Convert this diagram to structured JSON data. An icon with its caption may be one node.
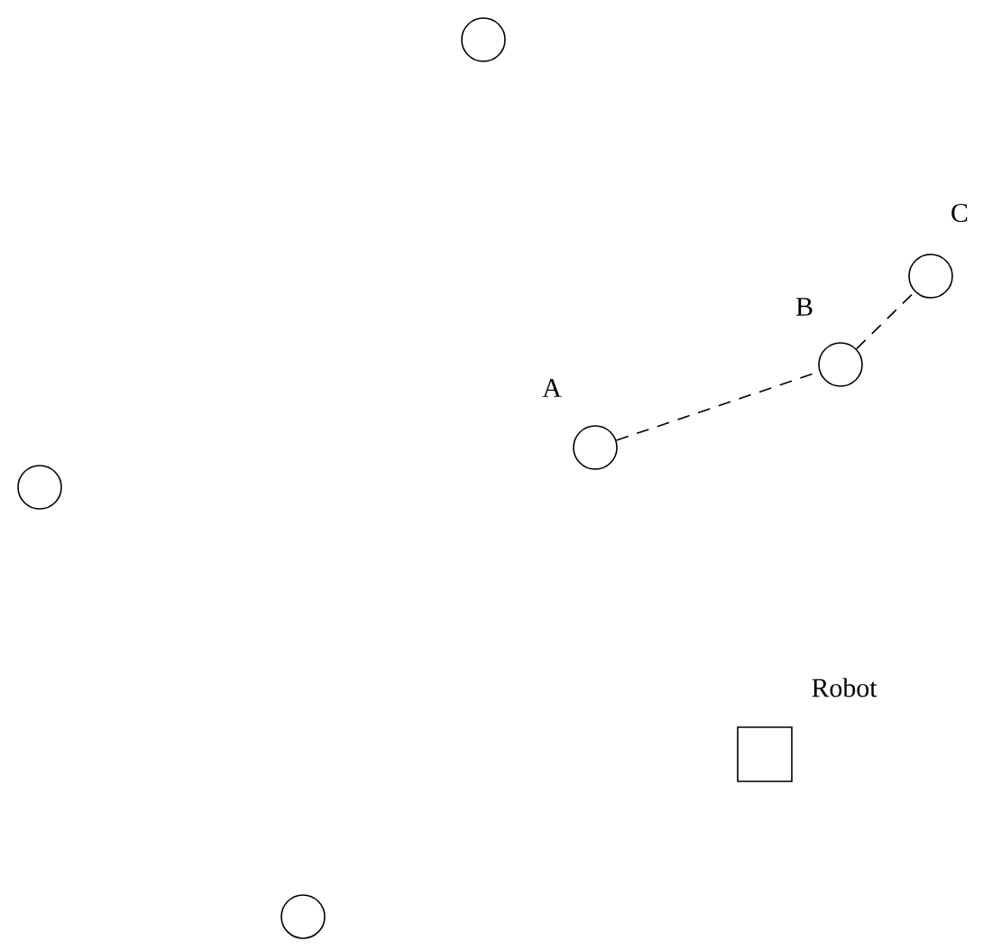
{
  "diagram": {
    "nodes": [
      {
        "text": [],
        "shape": "circle"
      },
      {
        "text": [
          "C"
        ]
      },
      {
        "text": [
          "B"
        ]
      },
      {
        "text": [
          "A"
        ]
      },
      {
        "text": [],
        "shape": "circle"
      },
      {
        "text": [
          "Robot"
        ]
      },
      {
        "text": [],
        "shape": "circle"
      }
    ],
    "edges": [
      {
        "from": 3,
        "to": 2,
        "arrow": "none",
        "style": "dashed"
      },
      {
        "from": 2,
        "to": 1,
        "arrow": "none",
        "style": "dashed"
      }
    ]
  }
}
